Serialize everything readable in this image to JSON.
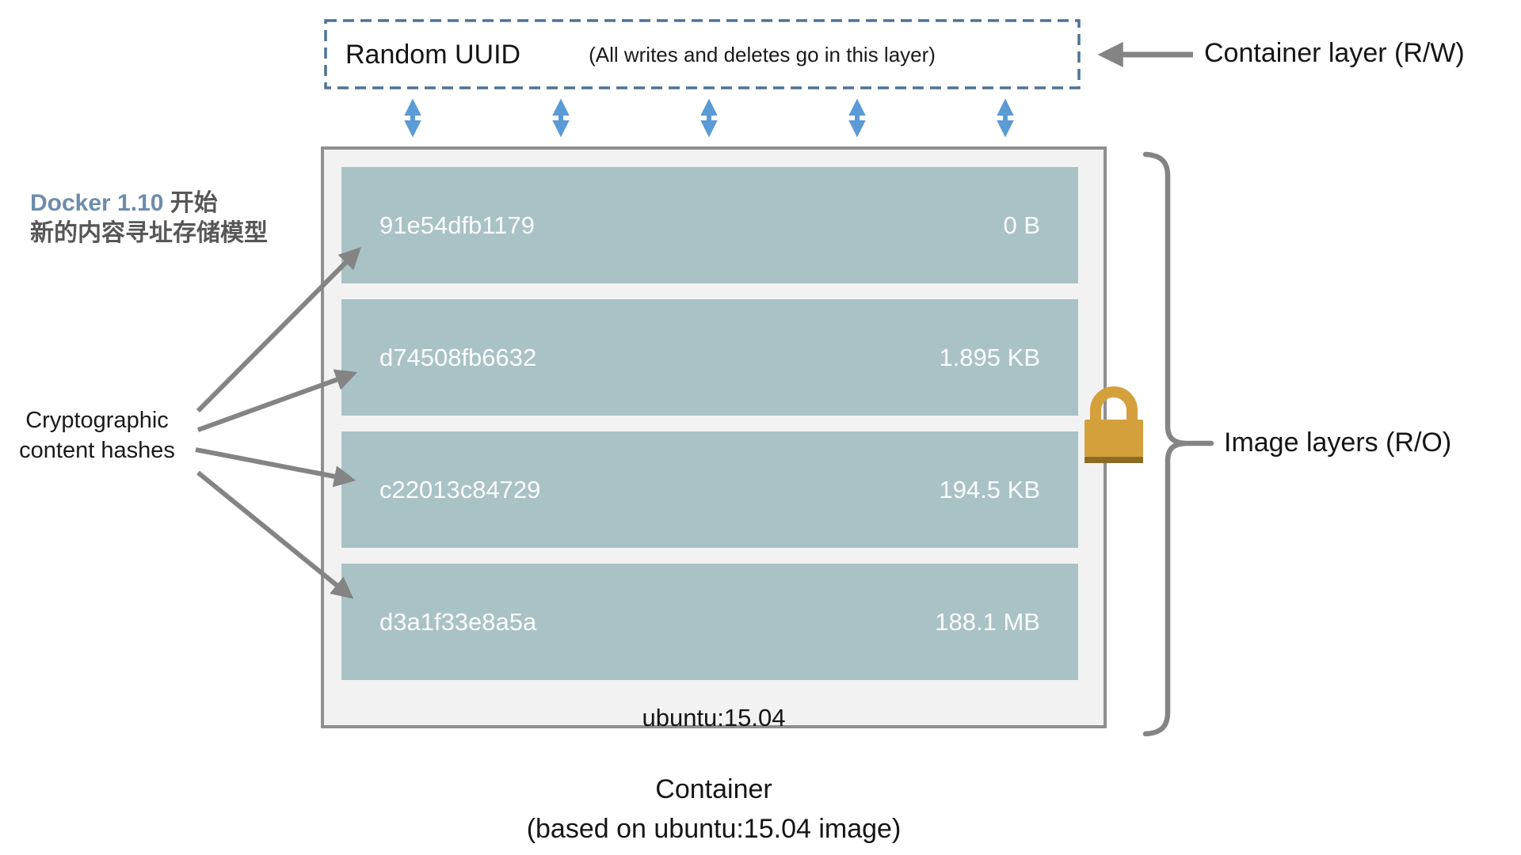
{
  "colors": {
    "layer_fill": "#a9c2c6",
    "layer_text": "#fbfdfd",
    "container_fill": "#f2f2f2",
    "container_border": "#8f8f8f",
    "dashed_border_blue": "#4d7294",
    "blue_arrow": "#5b9bd5",
    "gray_arrow": "#848484",
    "lock_gold": "#d4a03c",
    "lock_gold_dark": "#8a6c24",
    "note_highlight_blue": "#6d8cad",
    "note_gray": "#575757"
  },
  "container_layer_box": {
    "title": "Random UUID",
    "subtitle": "(All writes and deletes go in this layer)"
  },
  "labels": {
    "container_layer": "Container layer (R/W)",
    "image_layers": "Image layers (R/O)"
  },
  "note": {
    "line1_highlight": "Docker 1.10",
    "line1_rest": " 开始",
    "line2": "新的内容寻址存储模型"
  },
  "hash_note": {
    "line1": "Cryptographic",
    "line2": "content hashes"
  },
  "image": {
    "layers": [
      {
        "hash": "91e54dfb1179",
        "size": "0 B"
      },
      {
        "hash": "d74508fb6632",
        "size": "1.895 KB"
      },
      {
        "hash": "c22013c84729",
        "size": "194.5 KB"
      },
      {
        "hash": "d3a1f33e8a5a",
        "size": "188.1 MB"
      }
    ],
    "base_image": "ubuntu:15.04"
  },
  "caption": {
    "line1": "Container",
    "line2": "(based on ubuntu:15.04 image)"
  },
  "icons": {
    "lock": "lock-icon"
  }
}
